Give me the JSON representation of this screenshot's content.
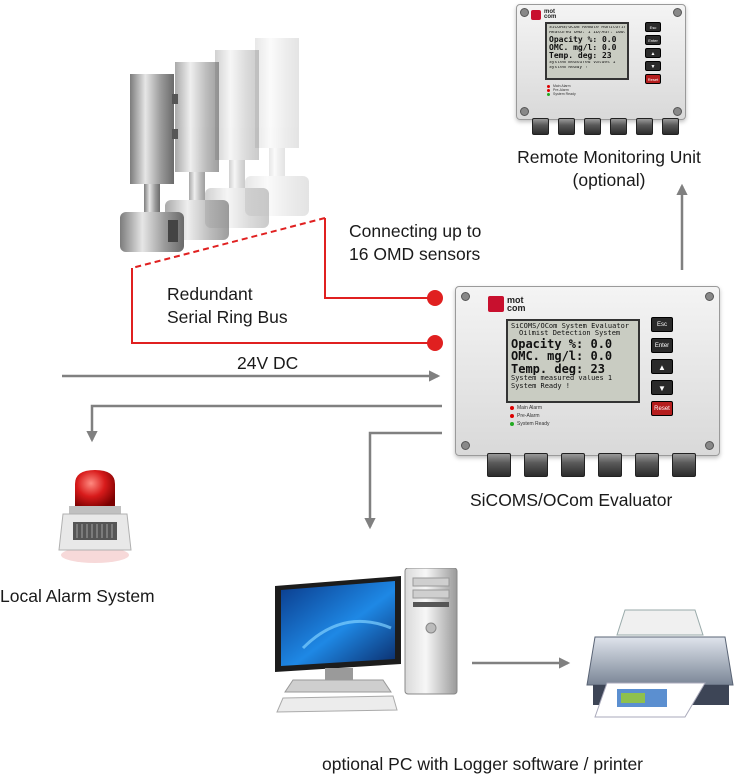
{
  "labels": {
    "connecting": "Connecting up to\n16 OMD sensors",
    "ring_bus": "Redundant\nSerial Ring Bus",
    "power": "24V DC",
    "remote_unit": "Remote Monitoring Unit\n(optional)",
    "evaluator": "SiCOMS/OCom Evaluator",
    "local_alarm": "Local Alarm System",
    "pc": "optional PC with Logger software / printer"
  },
  "colors": {
    "bus_line": "#e02020",
    "bus_dot": "#e02020",
    "arrow": "#808080",
    "brand": "#c8102e"
  },
  "evaluator": {
    "logo_text": "mot\ncom",
    "lcd_lines": [
      "SiCOMS/OCom System Evaluator",
      "Oilmist Detection System",
      "Opacity %: 0.0",
      "OMC. mg/l: 0.0",
      "Temp. deg: 23",
      "System measured values 1",
      "System Ready !"
    ],
    "keys": [
      "Esc",
      "Enter",
      "▲",
      "▼",
      "Reset"
    ],
    "leds": [
      "Main Alarm",
      "Pre-Alarm",
      "System Ready"
    ]
  },
  "remote": {
    "logo_text": "mot\ncom",
    "lcd_lines": [
      "SiCOMS/OCom Remote Monitoring",
      "Measured OMD: 1 ID/Adr: 1001",
      "Opacity %: 0.0",
      "OMC. mg/l: 0.0",
      "Temp. deg: 23",
      "System measured values 1",
      "System Ready !"
    ],
    "keys": [
      "Esc",
      "Enter",
      "▲",
      "▼",
      "Reset"
    ],
    "leds": [
      "Main Alarm",
      "Pre-Alarm",
      "System Ready"
    ]
  }
}
